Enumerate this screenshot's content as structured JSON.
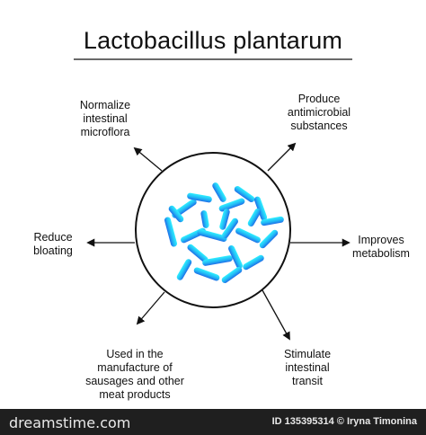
{
  "title": "Lactobacillus plantarum",
  "benefits": [
    {
      "id": "normalize",
      "lines": [
        "Normalize",
        "intestinal",
        "microflora"
      ]
    },
    {
      "id": "produce",
      "lines": [
        "Produce",
        "antimicrobial",
        "substances"
      ]
    },
    {
      "id": "reduce",
      "lines": [
        "Reduce",
        "bloating"
      ]
    },
    {
      "id": "improves",
      "lines": [
        "Improves",
        "metabolism"
      ]
    },
    {
      "id": "used",
      "lines": [
        "Used in the",
        "manufacture of",
        "sausages and other",
        "meat products"
      ]
    },
    {
      "id": "stimulate",
      "lines": [
        "Stimulate",
        "intestinal",
        "transit"
      ]
    }
  ],
  "colors": {
    "bacteria_light": "#2ff0ff",
    "bacteria_dark": "#1f7df0",
    "line": "#111111",
    "footer": "#1f1f1f"
  },
  "footer": {
    "brand": "dreamstime.com",
    "credit": "ID 135395314 © Iryna Timonina"
  }
}
